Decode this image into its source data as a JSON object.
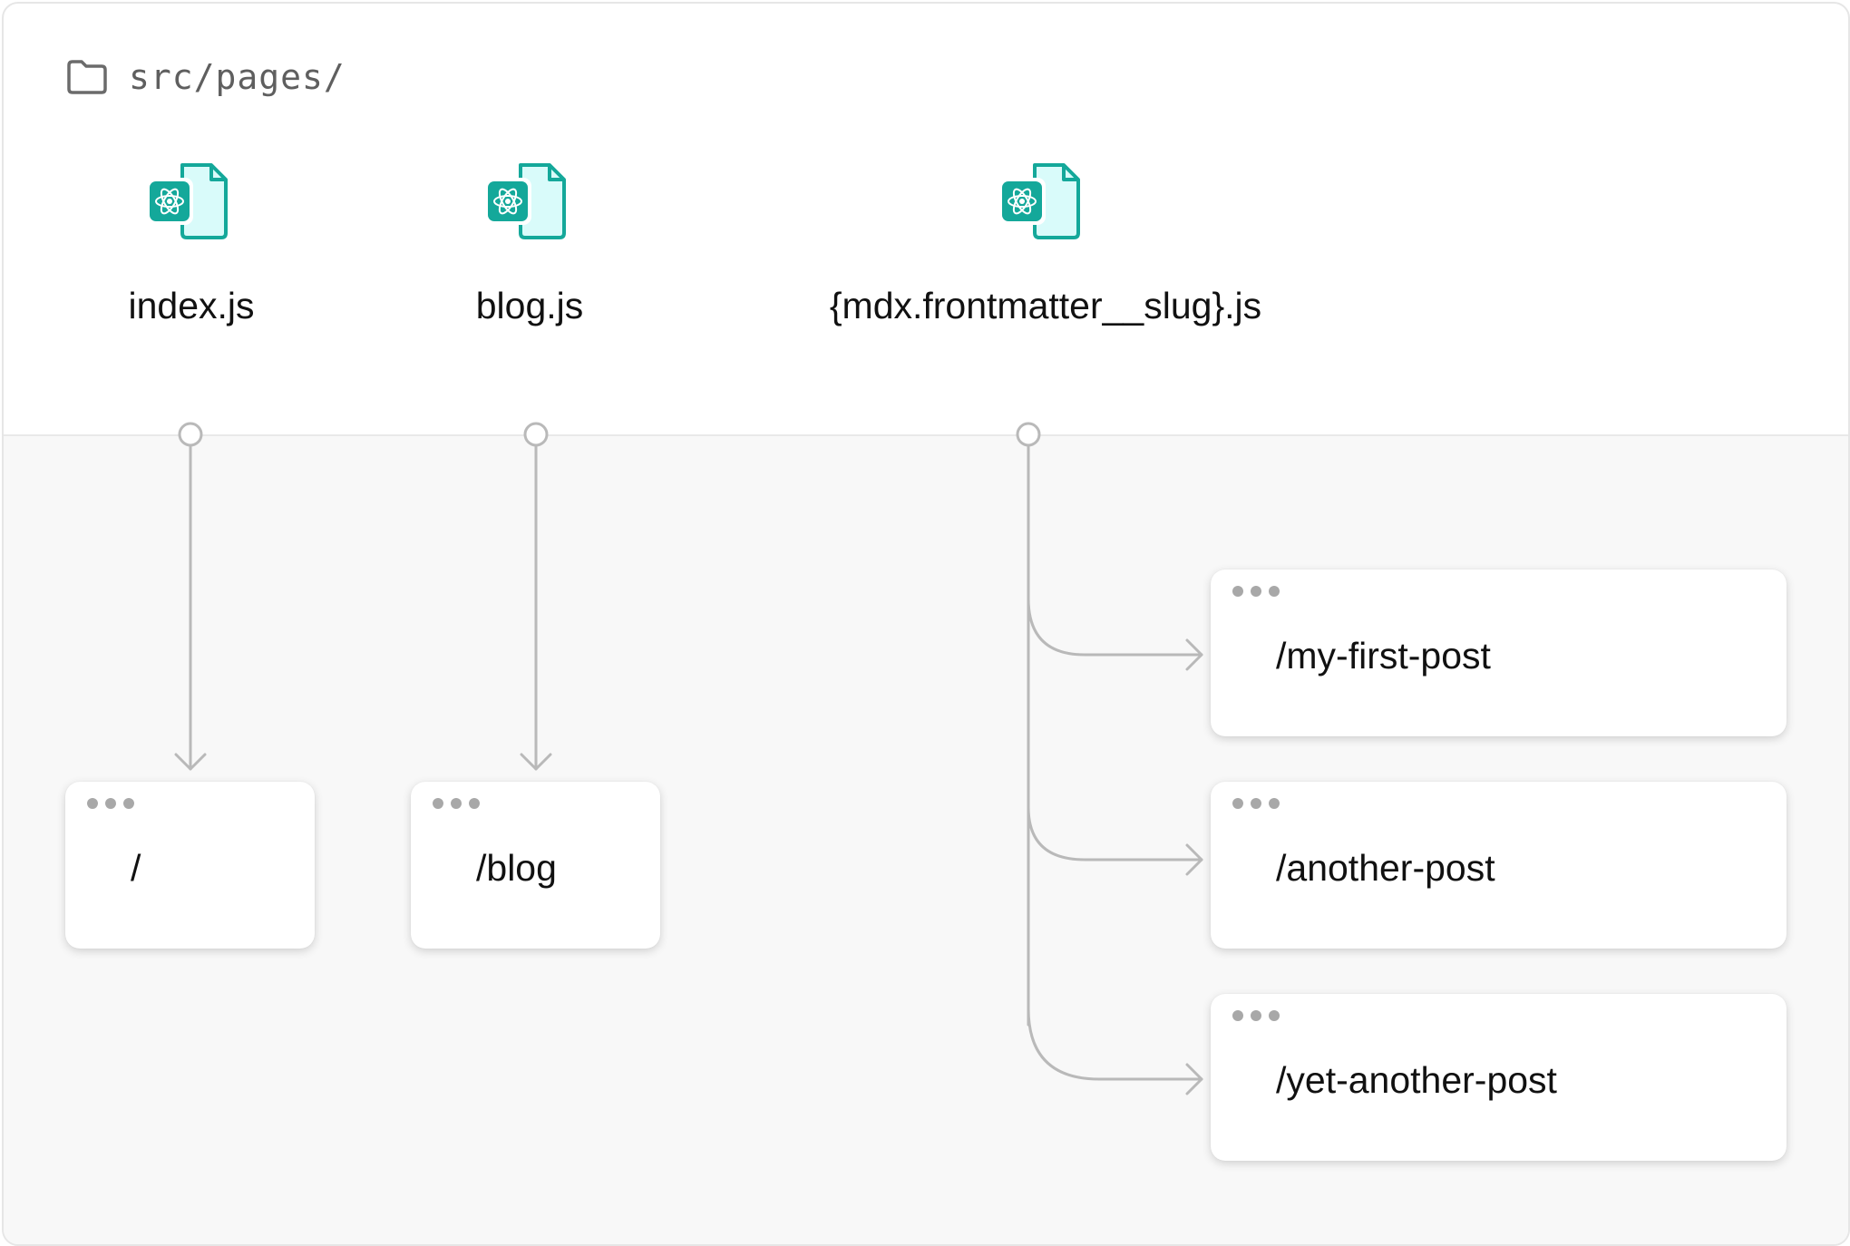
{
  "folder": {
    "icon": "folder-icon",
    "path": "src/pages/"
  },
  "files": [
    {
      "name": "index.js",
      "icon": "react-file-icon"
    },
    {
      "name": "blog.js",
      "icon": "react-file-icon"
    },
    {
      "name": "{mdx.frontmatter__slug}.js",
      "icon": "react-file-icon"
    }
  ],
  "routes": [
    {
      "path": "/"
    },
    {
      "path": "/blog"
    },
    {
      "path": "/my-first-post"
    },
    {
      "path": "/another-post"
    },
    {
      "path": "/yet-another-post"
    }
  ],
  "colors": {
    "accent": "#14a89a",
    "accent_light": "#d9fbfa",
    "connector": "#b9b9b9",
    "text": "#111111",
    "muted": "#5f5f5f"
  }
}
